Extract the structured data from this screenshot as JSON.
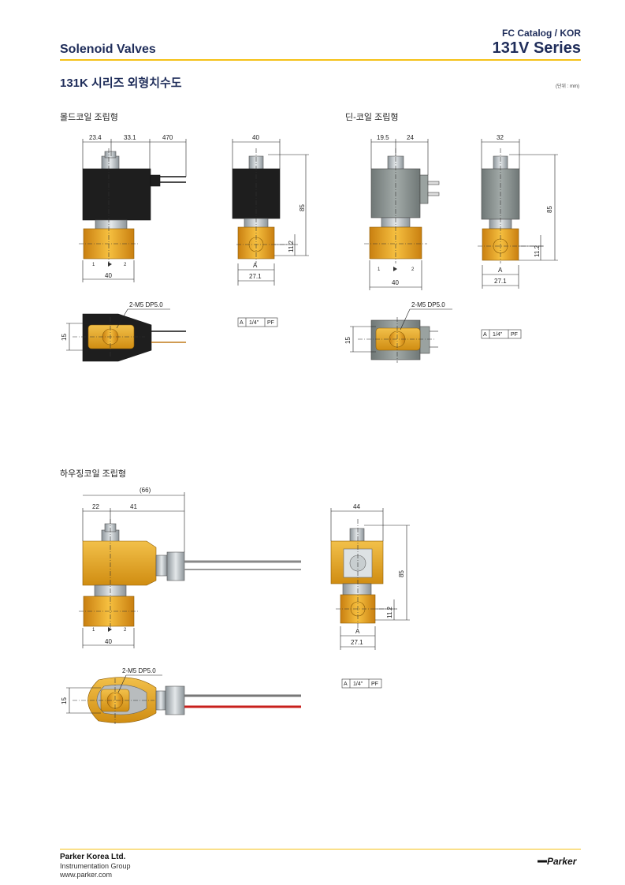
{
  "header": {
    "left_title": "Solenoid Valves",
    "catalog": "FC Catalog / KOR",
    "series": "131V Series"
  },
  "page_title": "131K 시리즈 외형치수도",
  "unit_note": "(단위 : mm)",
  "sections": {
    "mold": "몰드코일 조립형",
    "din": "딘-코일 조립형",
    "housing": "하우징코일 조립형"
  },
  "dims": {
    "mold_front": [
      "23.4",
      "33.1",
      "470",
      "40"
    ],
    "mold_side": [
      "40",
      "85",
      "11.2",
      "27.1",
      "A"
    ],
    "mold_bottom": [
      "2-M5 DP5.0",
      "15"
    ],
    "din_front": [
      "19.5",
      "24",
      "40"
    ],
    "din_side": [
      "32",
      "85",
      "11.2",
      "27.1",
      "A"
    ],
    "din_bottom": [
      "2-M5 DP5.0",
      "15"
    ],
    "housing_front": [
      "22",
      "41",
      "(66)",
      "40"
    ],
    "housing_side": [
      "44",
      "85",
      "11.2",
      "27.1",
      "A"
    ],
    "housing_bottom": [
      "2-M5 DP5.0",
      "15"
    ],
    "port_marks": [
      "1",
      "2"
    ]
  },
  "spec_table": [
    "A",
    "1/4\"",
    "PF"
  ],
  "footer": {
    "company": "Parker Korea Ltd.",
    "group": "Instrumentation Group",
    "url": "www.parker.com",
    "logo": "Parker"
  },
  "colors": {
    "accent": "#f5c218",
    "navy": "#1f2d5a",
    "brass": "#e8a21a",
    "coil_black": "#1e1e1e",
    "coil_grey": "#8a9090",
    "coil_yellow": "#e2a51c"
  }
}
